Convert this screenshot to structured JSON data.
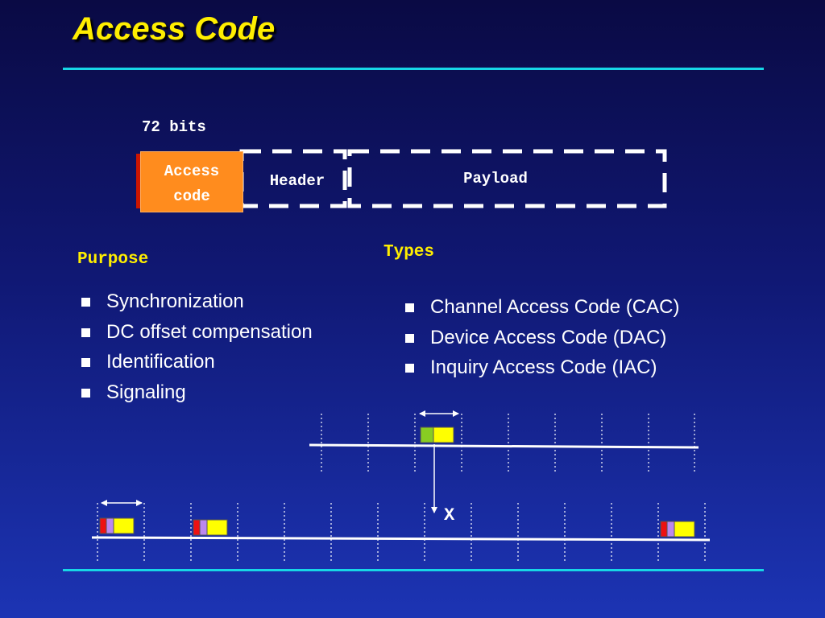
{
  "slide": {
    "title": "Access Code"
  },
  "packet": {
    "size_label": "72 bits",
    "access_code_line1": "Access",
    "access_code_line2": "code",
    "header_label": "Header",
    "payload_label": "Payload"
  },
  "purpose": {
    "heading": "Purpose",
    "items": [
      "Synchronization",
      "DC offset compensation",
      "Identification",
      "Signaling"
    ]
  },
  "types": {
    "heading": "Types",
    "items": [
      "Channel Access Code (CAC)",
      "Device Access Code (DAC)",
      "Inquiry Access Code (IAC)"
    ]
  },
  "timing": {
    "marker_label": "X"
  },
  "colors": {
    "title": "#ffee00",
    "rule": "#17d6e6",
    "access_code_fill": "#ff8c1e",
    "access_code_shadow": "#cc1500",
    "heading_yellow": "#ffee00"
  }
}
